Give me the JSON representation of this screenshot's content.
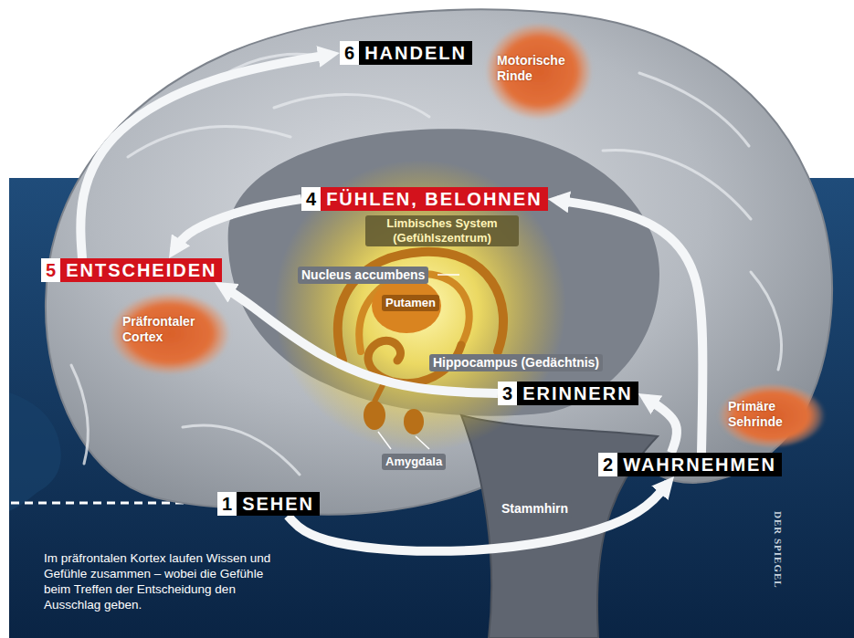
{
  "diagram": {
    "caption": "Im präfrontalen Kortex laufen Wissen und Gefühle zusammen – wobei die Gefühle beim Treffen der Entscheidung den Ausschlag geben.",
    "nodes": [
      {
        "text": [
          "1",
          "SEHEN"
        ]
      },
      {
        "text": [
          "2",
          "WAHRNEHMEN"
        ]
      },
      {
        "text": [
          "3",
          "ERINNERN"
        ]
      },
      {
        "text": [
          "4",
          "FÜHLEN, BELOHNEN"
        ]
      },
      {
        "text": [
          "5",
          "ENTSCHEIDEN"
        ]
      },
      {
        "text": [
          "6",
          "HANDELN"
        ]
      },
      {
        "text": [
          "Motorische Rinde"
        ]
      },
      {
        "text": [
          "Präfrontaler Cortex"
        ]
      },
      {
        "text": [
          "Primäre Sehrinde"
        ]
      }
    ],
    "edges": [
      {
        "from": 0,
        "to": 1,
        "arrow": "to"
      },
      {
        "from": 1,
        "to": 3,
        "arrow": "to"
      },
      {
        "from": 1,
        "to": 2,
        "arrow": "to"
      },
      {
        "from": 2,
        "to": 4,
        "arrow": "to"
      },
      {
        "from": 3,
        "to": 4,
        "arrow": "to"
      },
      {
        "from": 4,
        "to": 5,
        "arrow": "to"
      }
    ],
    "labels": [
      "Limbisches System (Gefühlszentrum)",
      "Nucleus accumbens",
      "Putamen",
      "Hippocampus (Gedächtnis)",
      "Amygdala",
      "Stammhirn",
      "DER SPIEGEL"
    ]
  }
}
